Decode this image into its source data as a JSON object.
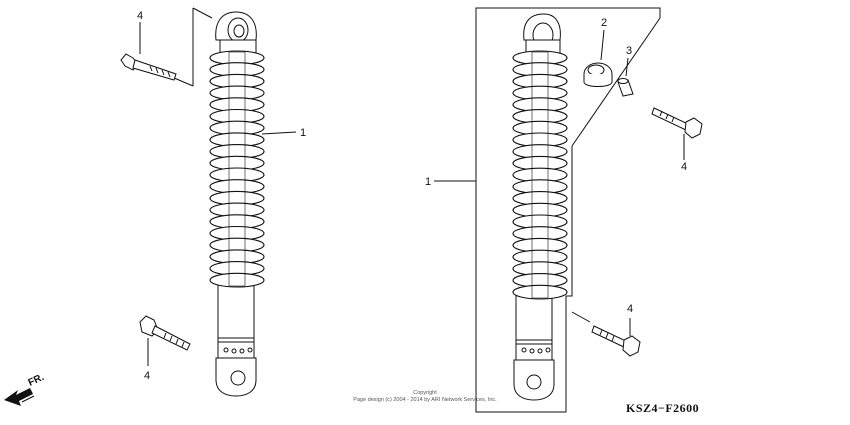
{
  "callouts": {
    "left_bolt_top": "4",
    "left_shock": "1",
    "left_bolt_bottom": "4",
    "bushing": "2",
    "collar": "3",
    "right_bolt_top": "4",
    "right_shock": "1",
    "right_bolt_bottom": "4"
  },
  "direction_label": "FR.",
  "copyright_line1": "Copyright",
  "copyright_line2": "Page design (c) 2004 - 2014 by ARI Network Services, Inc.",
  "diagram_code": "KSZ4−F2600",
  "icons": {
    "front_arrow": "arrow-front-icon"
  }
}
